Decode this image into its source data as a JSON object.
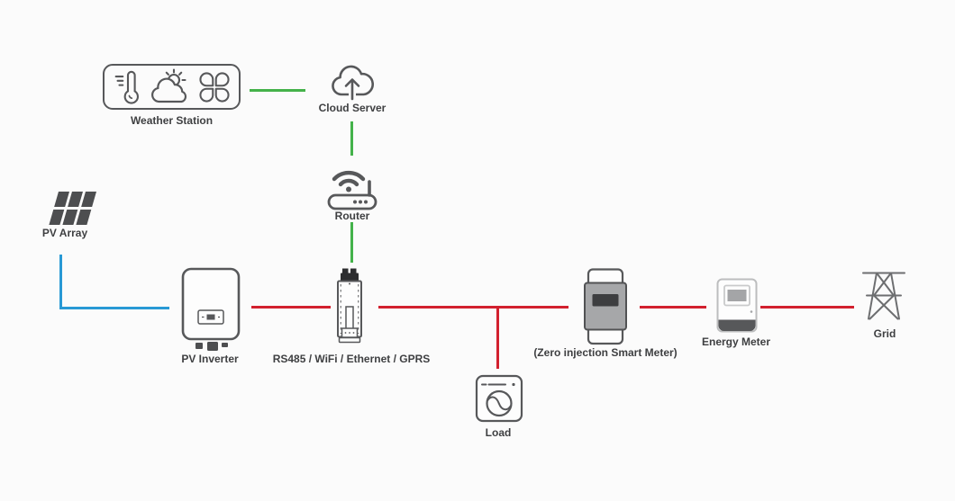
{
  "diagram": {
    "background": "#fbfbfb",
    "colors": {
      "cloud_link": "#44b24a",
      "pv_link": "#2899d5",
      "ac_link": "#d2202e",
      "icon_stroke": "#57585a",
      "icon_fill": "#4d4e50",
      "label_text": "#3e3f41"
    },
    "nodes": {
      "weather_station": {
        "label": "Weather Station",
        "icons": [
          "thermometer-icon",
          "sun-cloud-icon",
          "fan-icon"
        ]
      },
      "cloud_server": {
        "label": "Cloud Server",
        "icons": [
          "cloud-upload-icon"
        ]
      },
      "router": {
        "label": "Router",
        "icons": [
          "wifi-router-icon"
        ]
      },
      "pv_array": {
        "label": "PV Array",
        "icons": [
          "solar-panel-icon"
        ]
      },
      "pv_inverter": {
        "label": "PV Inverter",
        "icons": [
          "inverter-icon"
        ]
      },
      "datalogger": {
        "label": "RS485 / WiFi / Ethernet / GPRS",
        "icons": [
          "datalogger-stick-icon"
        ]
      },
      "load": {
        "label": "Load",
        "icons": [
          "washing-machine-icon"
        ]
      },
      "smart_meter": {
        "label": "(Zero injection Smart Meter)",
        "icons": [
          "smart-meter-icon"
        ]
      },
      "energy_meter": {
        "label": "Energy Meter",
        "icons": [
          "energy-meter-icon"
        ]
      },
      "grid": {
        "label": "Grid",
        "icons": [
          "transmission-tower-icon"
        ]
      }
    },
    "connections": [
      {
        "from": "Weather Station",
        "to": "Cloud Server",
        "link_color": "green"
      },
      {
        "from": "Cloud Server",
        "to": "Router",
        "link_color": "green"
      },
      {
        "from": "Router",
        "to": "RS485 / WiFi / Ethernet / GPRS",
        "link_color": "green"
      },
      {
        "from": "PV Array",
        "to": "PV Inverter",
        "link_color": "blue"
      },
      {
        "from": "PV Inverter",
        "to": "RS485 / WiFi / Ethernet / GPRS",
        "link_color": "red"
      },
      {
        "from": "RS485 / WiFi / Ethernet / GPRS",
        "to": "(Zero injection Smart Meter)",
        "link_color": "red"
      },
      {
        "from": "(Zero injection Smart Meter)",
        "to": "Energy Meter",
        "link_color": "red"
      },
      {
        "from": "Energy Meter",
        "to": "Grid",
        "link_color": "red"
      },
      {
        "from": "RS485 / WiFi / Ethernet / GPRS",
        "to": "Load",
        "link_color": "red"
      }
    ]
  }
}
